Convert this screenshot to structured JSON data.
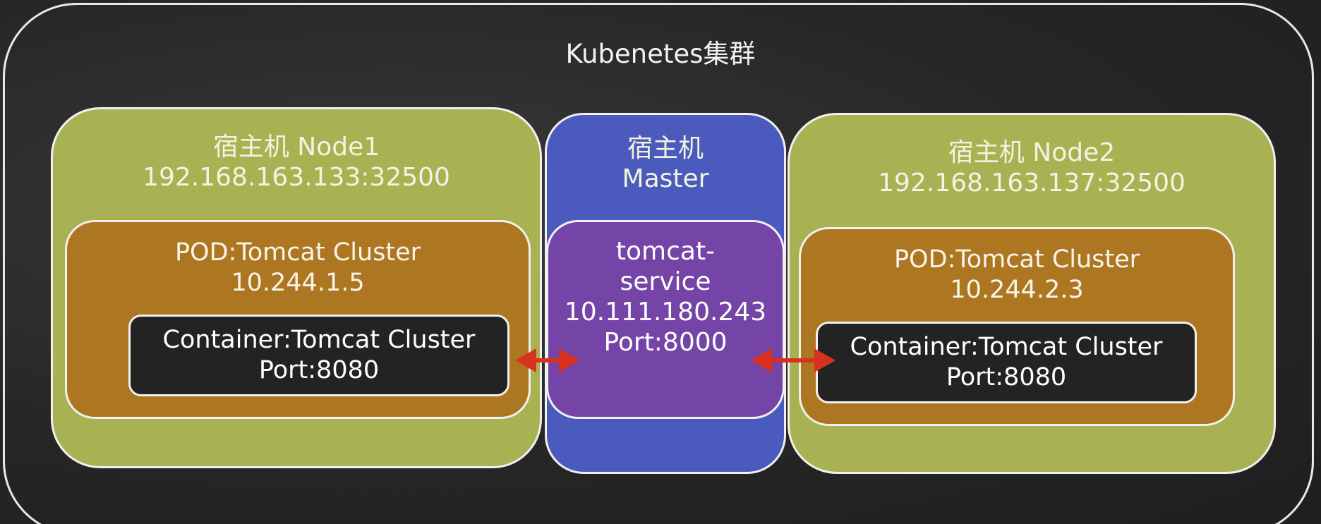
{
  "cluster": {
    "title": "Kubenetes集群"
  },
  "node1": {
    "name": "宿主机 Node1",
    "address": "192.168.163.133:32500",
    "pod": {
      "name": "POD:Tomcat Cluster",
      "ip": "10.244.1.5",
      "container": {
        "name": "Container:Tomcat Cluster",
        "port": "Port:8080"
      }
    }
  },
  "master": {
    "line1": "宿主机",
    "line2": "Master",
    "service": {
      "line1": "tomcat-",
      "line2": "service",
      "ip": "10.111.180.243",
      "port": "Port:8000"
    }
  },
  "node2": {
    "name": "宿主机 Node2",
    "address": "192.168.163.137:32500",
    "pod": {
      "name": "POD:Tomcat Cluster",
      "ip": "10.244.2.3",
      "container": {
        "name": "Container:Tomcat Cluster",
        "port": "Port:8080"
      }
    }
  },
  "colors": {
    "node": "#a8b253",
    "master": "#4b5bbd",
    "pod": "#ad7722",
    "service": "#7444a6",
    "container": "#232323",
    "arrow": "#d8321e"
  }
}
